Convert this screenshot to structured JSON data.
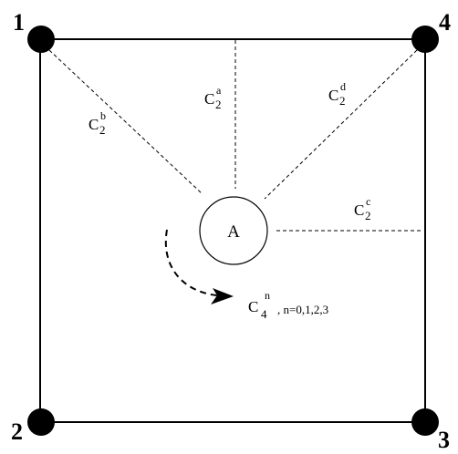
{
  "corners": [
    {
      "id": "1",
      "label": "1"
    },
    {
      "id": "2",
      "label": "2"
    },
    {
      "id": "3",
      "label": "3"
    },
    {
      "id": "4",
      "label": "4"
    }
  ],
  "center": {
    "label": "A"
  },
  "axes": [
    {
      "id": "a",
      "base": "C",
      "sub": "2",
      "sup": "a"
    },
    {
      "id": "b",
      "base": "C",
      "sub": "2",
      "sup": "b"
    },
    {
      "id": "c",
      "base": "C",
      "sub": "2",
      "sup": "c"
    },
    {
      "id": "d",
      "base": "C",
      "sub": "2",
      "sup": "d"
    }
  ],
  "rotation": {
    "base": "C",
    "sub": "4",
    "sup": "n",
    "note": ", n=0,1,2,3"
  },
  "colors": {
    "line": "#000000",
    "background": "#ffffff"
  }
}
